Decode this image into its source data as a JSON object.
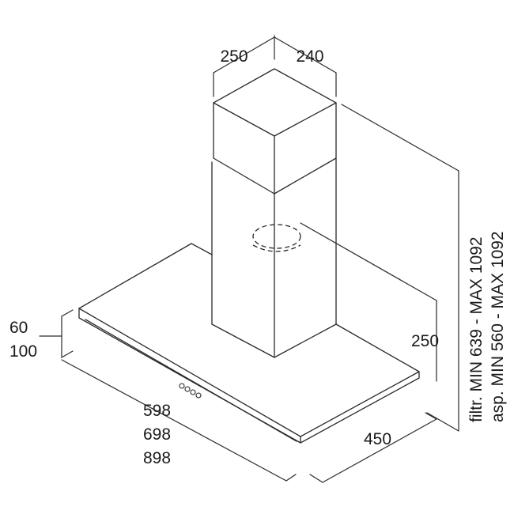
{
  "dimensions": {
    "chimney_depth": "250",
    "chimney_width": "240",
    "canopy_height_min": "60",
    "canopy_height_max": "100",
    "width_1": "598",
    "width_2": "698",
    "width_3": "898",
    "depth": "450",
    "duct_height": "250",
    "filter_height": "filtr. MIN 639 - MAX 1092",
    "extraction_height": "asp. MIN 560 - MAX 1092"
  }
}
